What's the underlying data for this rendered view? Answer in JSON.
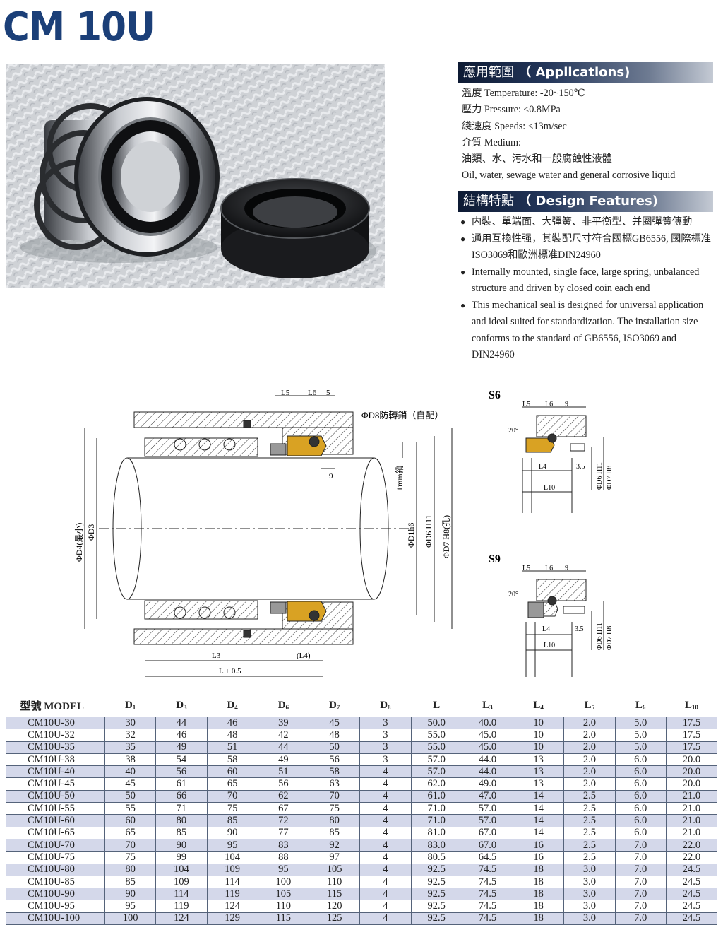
{
  "title": "CM 10U",
  "applications": {
    "heading_cjk": "應用範圍",
    "heading_en": "（ Applications)",
    "lines": [
      "溫度 Temperature: -20~150℃",
      "壓力 Pressure: ≤0.8MPa",
      "綫速度 Speeds: ≤13m/sec",
      "介質 Medium:",
      "油類、水、污水和一般腐蝕性液體",
      "Oil, water, sewage water and general corrosive liquid"
    ]
  },
  "design": {
    "heading_cjk": "結構特點",
    "heading_en": "（ Design Features)",
    "bullets": [
      "内裝、單端面、大彈簧、非平衡型、并圈彈簧傳動",
      "通用互換性强，其裝配尺寸符合國標GB6556, 國際標准ISO3069和歐洲標准DIN24960",
      "Internally mounted, single face, large spring, unbalanced structure and driven by closed coin each end",
      "This mechanical seal is designed for universal application and ideal suited for standardization. The installation size conforms to the standard of GB6556, ISO3069 and DIN24960"
    ]
  },
  "drawing": {
    "l5": "L5",
    "l6": "L6",
    "five": "5",
    "d8_note": "ΦD8防轉銷（自配）",
    "nine": "9",
    "onemm": "1mm銷",
    "d4": "ΦD4(最小)",
    "d3": "ΦD3",
    "d1": "ΦD1h6",
    "d6": "ΦD6 H11",
    "d7": "ΦD7 H8(孔)",
    "l3": "L3",
    "l4": "(L4)",
    "l": "L ± 0.5"
  },
  "s6": {
    "title": "S6",
    "l5": "L5",
    "l6": "L6",
    "nine": "9",
    "angle": "20°",
    "l4": "L4",
    "three5": "3.5",
    "l10": "L10",
    "d6": "ΦD6 H11",
    "d7": "ΦD7 H8"
  },
  "s9": {
    "title": "S9",
    "l5": "L5",
    "l6": "L6",
    "nine": "9",
    "angle": "20°",
    "l4": "L4",
    "three5": "3.5",
    "l10": "L10",
    "d6": "ΦD6 H11",
    "d7": "ΦD7 H8"
  },
  "table": {
    "model_header": "型號 MODEL",
    "columns": [
      "D1",
      "D3",
      "D4",
      "D6",
      "D7",
      "D8",
      "L",
      "L3",
      "L4",
      "L5",
      "L6",
      "L10"
    ],
    "rows": [
      [
        "CM10U-30",
        "30",
        "44",
        "46",
        "39",
        "45",
        "3",
        "50.0",
        "40.0",
        "10",
        "2.0",
        "5.0",
        "17.5"
      ],
      [
        "CM10U-32",
        "32",
        "46",
        "48",
        "42",
        "48",
        "3",
        "55.0",
        "45.0",
        "10",
        "2.0",
        "5.0",
        "17.5"
      ],
      [
        "CM10U-35",
        "35",
        "49",
        "51",
        "44",
        "50",
        "3",
        "55.0",
        "45.0",
        "10",
        "2.0",
        "5.0",
        "17.5"
      ],
      [
        "CM10U-38",
        "38",
        "54",
        "58",
        "49",
        "56",
        "3",
        "57.0",
        "44.0",
        "13",
        "2.0",
        "6.0",
        "20.0"
      ],
      [
        "CM10U-40",
        "40",
        "56",
        "60",
        "51",
        "58",
        "4",
        "57.0",
        "44.0",
        "13",
        "2.0",
        "6.0",
        "20.0"
      ],
      [
        "CM10U-45",
        "45",
        "61",
        "65",
        "56",
        "63",
        "4",
        "62.0",
        "49.0",
        "13",
        "2.0",
        "6.0",
        "20.0"
      ],
      [
        "CM10U-50",
        "50",
        "66",
        "70",
        "62",
        "70",
        "4",
        "61.0",
        "47.0",
        "14",
        "2.5",
        "6.0",
        "21.0"
      ],
      [
        "CM10U-55",
        "55",
        "71",
        "75",
        "67",
        "75",
        "4",
        "71.0",
        "57.0",
        "14",
        "2.5",
        "6.0",
        "21.0"
      ],
      [
        "CM10U-60",
        "60",
        "80",
        "85",
        "72",
        "80",
        "4",
        "71.0",
        "57.0",
        "14",
        "2.5",
        "6.0",
        "21.0"
      ],
      [
        "CM10U-65",
        "65",
        "85",
        "90",
        "77",
        "85",
        "4",
        "81.0",
        "67.0",
        "14",
        "2.5",
        "6.0",
        "21.0"
      ],
      [
        "CM10U-70",
        "70",
        "90",
        "95",
        "83",
        "92",
        "4",
        "83.0",
        "67.0",
        "16",
        "2.5",
        "7.0",
        "22.0"
      ],
      [
        "CM10U-75",
        "75",
        "99",
        "104",
        "88",
        "97",
        "4",
        "80.5",
        "64.5",
        "16",
        "2.5",
        "7.0",
        "22.0"
      ],
      [
        "CM10U-80",
        "80",
        "104",
        "109",
        "95",
        "105",
        "4",
        "92.5",
        "74.5",
        "18",
        "3.0",
        "7.0",
        "24.5"
      ],
      [
        "CM10U-85",
        "85",
        "109",
        "114",
        "100",
        "110",
        "4",
        "92.5",
        "74.5",
        "18",
        "3.0",
        "7.0",
        "24.5"
      ],
      [
        "CM10U-90",
        "90",
        "114",
        "119",
        "105",
        "115",
        "4",
        "92.5",
        "74.5",
        "18",
        "3.0",
        "7.0",
        "24.5"
      ],
      [
        "CM10U-95",
        "95",
        "119",
        "124",
        "110",
        "120",
        "4",
        "92.5",
        "74.5",
        "18",
        "3.0",
        "7.0",
        "24.5"
      ],
      [
        "CM10U-100",
        "100",
        "124",
        "129",
        "115",
        "125",
        "4",
        "92.5",
        "74.5",
        "18",
        "3.0",
        "7.0",
        "24.5"
      ]
    ]
  }
}
